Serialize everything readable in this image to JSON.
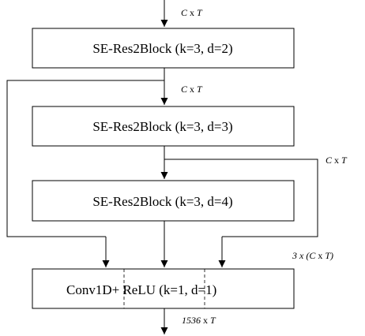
{
  "blocks": {
    "block1": "SE-Res2Block (k=3, d=2)",
    "block2": "SE-Res2Block (k=3, d=3)",
    "block3": "SE-Res2Block (k=3, d=4)",
    "conv": {
      "part1": "Conv1D",
      "part2": "+ ReLU (k",
      "part3": "=1, d=1)"
    }
  },
  "dims": {
    "input": {
      "c": "C",
      "x": " x ",
      "t": "T"
    },
    "after_block1": {
      "c": "C",
      "x": " x ",
      "t": "T"
    },
    "after_block2": {
      "c": "C",
      "x": " x ",
      "t": "T"
    },
    "concat": {
      "pre": "3 x (",
      "c": "C",
      "x": " x ",
      "t": "T",
      "post": ")"
    },
    "output": {
      "n": "1536",
      "x": " x ",
      "t": "T"
    }
  }
}
